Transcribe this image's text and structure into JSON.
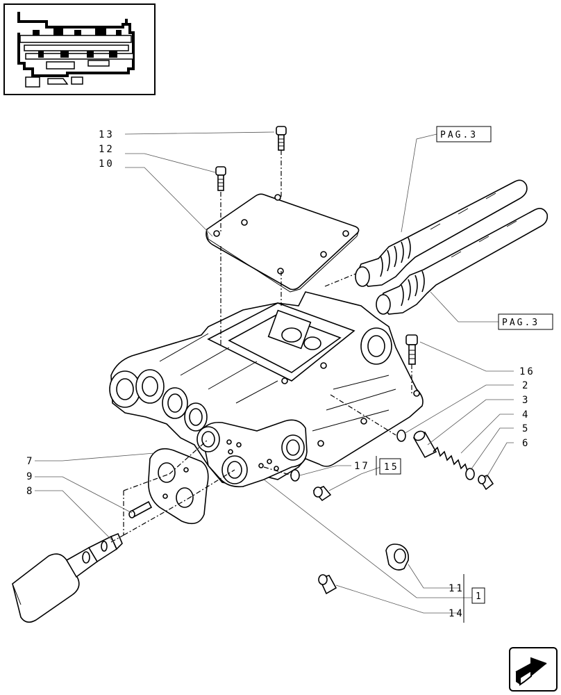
{
  "callouts": {
    "c13": "13",
    "c12": "12",
    "c10": "10",
    "c16": "16",
    "c2": "2",
    "c3": "3",
    "c4": "4",
    "c5": "5",
    "c6": "6",
    "c7": "7",
    "c9": "9",
    "c8": "8",
    "c17": "17",
    "c15": "15",
    "c11": "11",
    "c1": "1",
    "c14": "14"
  },
  "page_refs": {
    "top": "PAG.3",
    "right": "PAG.3"
  },
  "icons": {
    "thumbnail": "transmission-section-thumbnail",
    "nav": "next-page-arrow-icon"
  }
}
